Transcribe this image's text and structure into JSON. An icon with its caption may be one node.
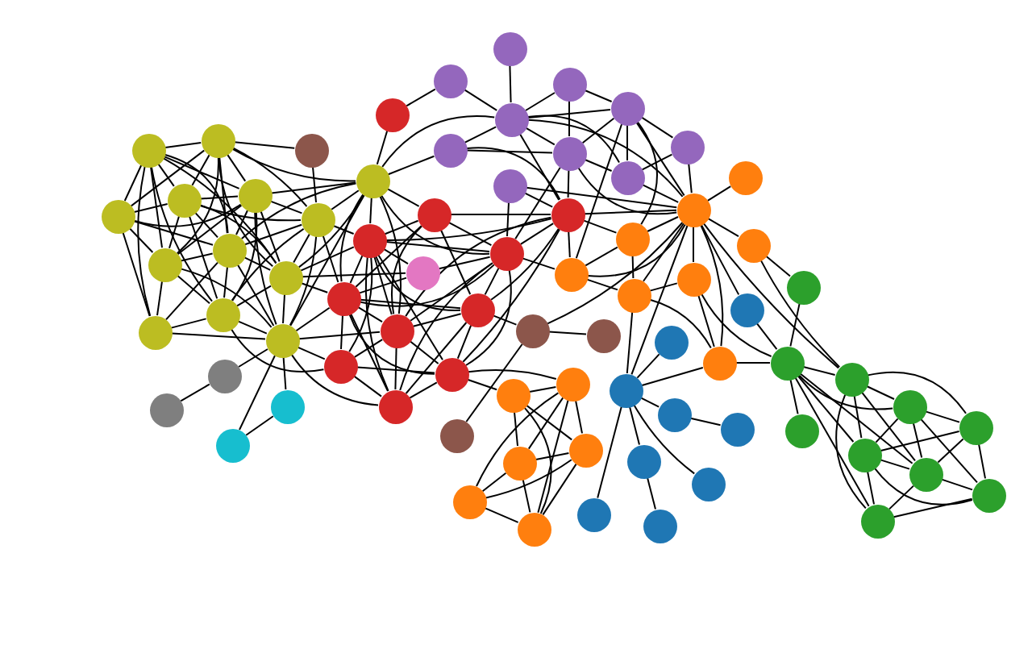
{
  "diagram": {
    "nodes": [
      {
        "text": [],
        "shape": "circle"
      },
      {
        "text": [],
        "shape": "circle"
      },
      {
        "text": [],
        "shape": "circle"
      },
      {
        "text": [],
        "shape": "circle"
      },
      {
        "text": [],
        "shape": "circle"
      },
      {
        "text": [],
        "shape": "circle"
      },
      {
        "text": [],
        "shape": "circle"
      },
      {
        "text": [],
        "shape": "circle"
      },
      {
        "text": [],
        "shape": "circle"
      },
      {
        "text": [],
        "shape": "circle"
      },
      {
        "text": [],
        "shape": "circle"
      },
      {
        "text": [],
        "shape": "circle"
      },
      {
        "text": [],
        "shape": "circle"
      },
      {
        "text": [],
        "shape": "circle"
      },
      {
        "text": [],
        "shape": "circle"
      },
      {
        "text": [],
        "shape": "circle"
      },
      {
        "text": [],
        "shape": "circle"
      },
      {
        "text": [],
        "shape": "circle"
      },
      {
        "text": [],
        "shape": "circle"
      },
      {
        "text": [],
        "shape": "circle"
      },
      {
        "text": [],
        "shape": "circle"
      },
      {
        "text": [],
        "shape": "circle"
      },
      {
        "text": [],
        "shape": "circle"
      },
      {
        "text": [],
        "shape": "circle"
      },
      {
        "text": [],
        "shape": "circle"
      },
      {
        "text": [],
        "shape": "circle"
      },
      {
        "text": [],
        "shape": "circle"
      },
      {
        "text": [],
        "shape": "circle"
      },
      {
        "text": [],
        "shape": "circle"
      },
      {
        "text": [],
        "shape": "circle"
      },
      {
        "text": [],
        "shape": "circle"
      },
      {
        "text": [],
        "shape": "circle"
      },
      {
        "text": [],
        "shape": "circle"
      },
      {
        "text": [],
        "shape": "circle"
      },
      {
        "text": [],
        "shape": "circle"
      },
      {
        "text": [],
        "shape": "circle"
      },
      {
        "text": [],
        "shape": "circle"
      },
      {
        "text": [],
        "shape": "circle"
      },
      {
        "text": [],
        "shape": "circle"
      },
      {
        "text": [],
        "shape": "circle"
      },
      {
        "text": [],
        "shape": "circle"
      },
      {
        "text": [],
        "shape": "circle"
      },
      {
        "text": [],
        "shape": "circle"
      },
      {
        "text": [],
        "shape": "circle"
      },
      {
        "text": [],
        "shape": "circle"
      },
      {
        "text": [],
        "shape": "circle"
      },
      {
        "text": [],
        "shape": "circle"
      },
      {
        "text": [],
        "shape": "circle"
      },
      {
        "text": [],
        "shape": "circle"
      },
      {
        "text": [],
        "shape": "circle"
      },
      {
        "text": [],
        "shape": "circle"
      },
      {
        "text": [],
        "shape": "circle"
      },
      {
        "text": [],
        "shape": "circle"
      },
      {
        "text": [],
        "shape": "circle"
      },
      {
        "text": [],
        "shape": "circle"
      },
      {
        "text": [],
        "shape": "circle"
      },
      {
        "text": [],
        "shape": "circle"
      },
      {
        "text": [],
        "shape": "circle"
      },
      {
        "text": [],
        "shape": "circle"
      },
      {
        "text": [],
        "shape": "circle"
      },
      {
        "text": [],
        "shape": "circle"
      },
      {
        "text": [],
        "shape": "circle"
      },
      {
        "text": [],
        "shape": "circle"
      },
      {
        "text": [],
        "shape": "circle"
      },
      {
        "text": [],
        "shape": "circle"
      },
      {
        "text": [],
        "shape": "circle"
      },
      {
        "text": [],
        "shape": "circle"
      },
      {
        "text": [],
        "shape": "circle"
      },
      {
        "text": [],
        "shape": "circle"
      },
      {
        "text": [],
        "shape": "circle"
      },
      {
        "text": [],
        "shape": "circle"
      },
      {
        "text": [],
        "shape": "circle"
      },
      {
        "text": [],
        "shape": "circle"
      },
      {
        "text": [],
        "shape": "circle"
      },
      {
        "text": [],
        "shape": "circle"
      },
      {
        "text": [],
        "shape": "circle"
      }
    ],
    "edges": [
      {
        "from": 0,
        "to": 1,
        "arrow": "none"
      },
      {
        "from": 0,
        "to": 2,
        "arrow": "none"
      },
      {
        "from": 0,
        "to": 3,
        "arrow": "none"
      },
      {
        "from": 0,
        "to": 4,
        "arrow": "none"
      },
      {
        "from": 0,
        "to": 7,
        "arrow": "none"
      },
      {
        "from": 0,
        "to": 8,
        "arrow": "none"
      },
      {
        "from": 0,
        "to": 9,
        "arrow": "none"
      },
      {
        "from": 0,
        "to": 10,
        "arrow": "none"
      },
      {
        "from": 0,
        "to": 11,
        "arrow": "none"
      },
      {
        "from": 1,
        "to": 2,
        "arrow": "none"
      },
      {
        "from": 1,
        "to": 3,
        "arrow": "none"
      },
      {
        "from": 1,
        "to": 4,
        "arrow": "none"
      },
      {
        "from": 1,
        "to": 5,
        "arrow": "none"
      },
      {
        "from": 1,
        "to": 6,
        "arrow": "none"
      },
      {
        "from": 1,
        "to": 7,
        "arrow": "none"
      },
      {
        "from": 1,
        "to": 8,
        "arrow": "none"
      },
      {
        "from": 1,
        "to": 9,
        "arrow": "none"
      },
      {
        "from": 2,
        "to": 3,
        "arrow": "none"
      },
      {
        "from": 2,
        "to": 4,
        "arrow": "none"
      },
      {
        "from": 2,
        "to": 7,
        "arrow": "none"
      },
      {
        "from": 2,
        "to": 8,
        "arrow": "none"
      },
      {
        "from": 2,
        "to": 10,
        "arrow": "none"
      },
      {
        "from": 3,
        "to": 4,
        "arrow": "none"
      },
      {
        "from": 3,
        "to": 5,
        "arrow": "none"
      },
      {
        "from": 3,
        "to": 7,
        "arrow": "none"
      },
      {
        "from": 3,
        "to": 8,
        "arrow": "none"
      },
      {
        "from": 3,
        "to": 9,
        "arrow": "none"
      },
      {
        "from": 3,
        "to": 11,
        "arrow": "none"
      },
      {
        "from": 4,
        "to": 5,
        "arrow": "none"
      },
      {
        "from": 4,
        "to": 6,
        "arrow": "none"
      },
      {
        "from": 4,
        "to": 7,
        "arrow": "none"
      },
      {
        "from": 4,
        "to": 8,
        "arrow": "none"
      },
      {
        "from": 4,
        "to": 9,
        "arrow": "none"
      },
      {
        "from": 4,
        "to": 11,
        "arrow": "none"
      },
      {
        "from": 4,
        "to": 12,
        "arrow": "none"
      },
      {
        "from": 5,
        "to": 6,
        "arrow": "none"
      },
      {
        "from": 5,
        "to": 8,
        "arrow": "none"
      },
      {
        "from": 5,
        "to": 9,
        "arrow": "none"
      },
      {
        "from": 5,
        "to": 11,
        "arrow": "none"
      },
      {
        "from": 5,
        "to": 12,
        "arrow": "none"
      },
      {
        "from": 6,
        "to": 8,
        "arrow": "none"
      },
      {
        "from": 6,
        "to": 9,
        "arrow": "none"
      },
      {
        "from": 6,
        "to": 12,
        "arrow": "none"
      },
      {
        "from": 7,
        "to": 8,
        "arrow": "none"
      },
      {
        "from": 7,
        "to": 10,
        "arrow": "none"
      },
      {
        "from": 7,
        "to": 11,
        "arrow": "none"
      },
      {
        "from": 7,
        "to": 12,
        "arrow": "none"
      },
      {
        "from": 8,
        "to": 9,
        "arrow": "none"
      },
      {
        "from": 8,
        "to": 10,
        "arrow": "none"
      },
      {
        "from": 8,
        "to": 11,
        "arrow": "none"
      },
      {
        "from": 8,
        "to": 12,
        "arrow": "none"
      },
      {
        "from": 9,
        "to": 11,
        "arrow": "none"
      },
      {
        "from": 9,
        "to": 12,
        "arrow": "none"
      },
      {
        "from": 10,
        "to": 11,
        "arrow": "none"
      },
      {
        "from": 10,
        "to": 12,
        "arrow": "none"
      },
      {
        "from": 11,
        "to": 12,
        "arrow": "none"
      },
      {
        "from": 13,
        "to": 1,
        "arrow": "none"
      },
      {
        "from": 13,
        "to": 5,
        "arrow": "none"
      },
      {
        "from": 14,
        "to": 15,
        "arrow": "none"
      },
      {
        "from": 14,
        "to": 12,
        "arrow": "none"
      },
      {
        "from": 16,
        "to": 17,
        "arrow": "none"
      },
      {
        "from": 16,
        "to": 12,
        "arrow": "none"
      },
      {
        "from": 17,
        "to": 12,
        "arrow": "none"
      },
      {
        "from": 6,
        "to": 18,
        "arrow": "none"
      },
      {
        "from": 6,
        "to": 19,
        "arrow": "none"
      },
      {
        "from": 6,
        "to": 20,
        "arrow": "none"
      },
      {
        "from": 6,
        "to": 22,
        "arrow": "none"
      },
      {
        "from": 6,
        "to": 23,
        "arrow": "none"
      },
      {
        "from": 6,
        "to": 24,
        "arrow": "none"
      },
      {
        "from": 6,
        "to": 33,
        "arrow": "none"
      },
      {
        "from": 6,
        "to": 35,
        "arrow": "none"
      },
      {
        "from": 5,
        "to": 20,
        "arrow": "none"
      },
      {
        "from": 5,
        "to": 23,
        "arrow": "none"
      },
      {
        "from": 9,
        "to": 20,
        "arrow": "none"
      },
      {
        "from": 9,
        "to": 23,
        "arrow": "none"
      },
      {
        "from": 9,
        "to": 29,
        "arrow": "none"
      },
      {
        "from": 12,
        "to": 23,
        "arrow": "none"
      },
      {
        "from": 12,
        "to": 24,
        "arrow": "none"
      },
      {
        "from": 12,
        "to": 26,
        "arrow": "none"
      },
      {
        "from": 12,
        "to": 28,
        "arrow": "none"
      },
      {
        "from": 11,
        "to": 26,
        "arrow": "none"
      },
      {
        "from": 18,
        "to": 31,
        "arrow": "none"
      },
      {
        "from": 19,
        "to": 20,
        "arrow": "none"
      },
      {
        "from": 19,
        "to": 21,
        "arrow": "none"
      },
      {
        "from": 19,
        "to": 22,
        "arrow": "none"
      },
      {
        "from": 19,
        "to": 23,
        "arrow": "none"
      },
      {
        "from": 19,
        "to": 24,
        "arrow": "none"
      },
      {
        "from": 19,
        "to": 25,
        "arrow": "none"
      },
      {
        "from": 20,
        "to": 21,
        "arrow": "none"
      },
      {
        "from": 20,
        "to": 22,
        "arrow": "none"
      },
      {
        "from": 20,
        "to": 23,
        "arrow": "none"
      },
      {
        "from": 20,
        "to": 24,
        "arrow": "none"
      },
      {
        "from": 20,
        "to": 25,
        "arrow": "none"
      },
      {
        "from": 20,
        "to": 26,
        "arrow": "none"
      },
      {
        "from": 20,
        "to": 27,
        "arrow": "none"
      },
      {
        "from": 20,
        "to": 28,
        "arrow": "none"
      },
      {
        "from": 20,
        "to": 29,
        "arrow": "none"
      },
      {
        "from": 21,
        "to": 22,
        "arrow": "none"
      },
      {
        "from": 21,
        "to": 24,
        "arrow": "none"
      },
      {
        "from": 21,
        "to": 25,
        "arrow": "none"
      },
      {
        "from": 21,
        "to": 27,
        "arrow": "none"
      },
      {
        "from": 21,
        "to": 33,
        "arrow": "none"
      },
      {
        "from": 21,
        "to": 35,
        "arrow": "none"
      },
      {
        "from": 21,
        "to": 36,
        "arrow": "none"
      },
      {
        "from": 21,
        "to": 38,
        "arrow": "none"
      },
      {
        "from": 21,
        "to": 41,
        "arrow": "none"
      },
      {
        "from": 21,
        "to": 42,
        "arrow": "none"
      },
      {
        "from": 21,
        "to": 44,
        "arrow": "none"
      },
      {
        "from": 22,
        "to": 23,
        "arrow": "none"
      },
      {
        "from": 22,
        "to": 24,
        "arrow": "none"
      },
      {
        "from": 22,
        "to": 25,
        "arrow": "none"
      },
      {
        "from": 22,
        "to": 27,
        "arrow": "none"
      },
      {
        "from": 22,
        "to": 28,
        "arrow": "none"
      },
      {
        "from": 22,
        "to": 38,
        "arrow": "none"
      },
      {
        "from": 22,
        "to": 44,
        "arrow": "none"
      },
      {
        "from": 23,
        "to": 24,
        "arrow": "none"
      },
      {
        "from": 23,
        "to": 25,
        "arrow": "none"
      },
      {
        "from": 23,
        "to": 26,
        "arrow": "none"
      },
      {
        "from": 23,
        "to": 27,
        "arrow": "none"
      },
      {
        "from": 23,
        "to": 28,
        "arrow": "none"
      },
      {
        "from": 23,
        "to": 29,
        "arrow": "none"
      },
      {
        "from": 24,
        "to": 25,
        "arrow": "none"
      },
      {
        "from": 24,
        "to": 26,
        "arrow": "none"
      },
      {
        "from": 24,
        "to": 27,
        "arrow": "none"
      },
      {
        "from": 24,
        "to": 28,
        "arrow": "none"
      },
      {
        "from": 25,
        "to": 27,
        "arrow": "none"
      },
      {
        "from": 25,
        "to": 28,
        "arrow": "none"
      },
      {
        "from": 25,
        "to": 54,
        "arrow": "none"
      },
      {
        "from": 26,
        "to": 27,
        "arrow": "none"
      },
      {
        "from": 26,
        "to": 28,
        "arrow": "none"
      },
      {
        "from": 27,
        "to": 28,
        "arrow": "none"
      },
      {
        "from": 27,
        "to": 48,
        "arrow": "none"
      },
      {
        "from": 27,
        "to": 49,
        "arrow": "none"
      },
      {
        "from": 29,
        "to": 22,
        "arrow": "none"
      },
      {
        "from": 30,
        "to": 33,
        "arrow": "none"
      },
      {
        "from": 31,
        "to": 33,
        "arrow": "none"
      },
      {
        "from": 32,
        "to": 33,
        "arrow": "none"
      },
      {
        "from": 32,
        "to": 34,
        "arrow": "none"
      },
      {
        "from": 32,
        "to": 36,
        "arrow": "none"
      },
      {
        "from": 33,
        "to": 34,
        "arrow": "none"
      },
      {
        "from": 33,
        "to": 35,
        "arrow": "none"
      },
      {
        "from": 33,
        "to": 36,
        "arrow": "none"
      },
      {
        "from": 33,
        "to": 39,
        "arrow": "none"
      },
      {
        "from": 33,
        "to": 41,
        "arrow": "none"
      },
      {
        "from": 34,
        "to": 36,
        "arrow": "none"
      },
      {
        "from": 34,
        "to": 37,
        "arrow": "none"
      },
      {
        "from": 34,
        "to": 39,
        "arrow": "none"
      },
      {
        "from": 34,
        "to": 41,
        "arrow": "none"
      },
      {
        "from": 34,
        "to": 42,
        "arrow": "none"
      },
      {
        "from": 34,
        "to": 44,
        "arrow": "none"
      },
      {
        "from": 35,
        "to": 36,
        "arrow": "none"
      },
      {
        "from": 36,
        "to": 39,
        "arrow": "none"
      },
      {
        "from": 36,
        "to": 41,
        "arrow": "none"
      },
      {
        "from": 36,
        "to": 22,
        "arrow": "none"
      },
      {
        "from": 37,
        "to": 39,
        "arrow": "none"
      },
      {
        "from": 37,
        "to": 41,
        "arrow": "none"
      },
      {
        "from": 38,
        "to": 41,
        "arrow": "none"
      },
      {
        "from": 39,
        "to": 41,
        "arrow": "none"
      },
      {
        "from": 40,
        "to": 41,
        "arrow": "none"
      },
      {
        "from": 41,
        "to": 42,
        "arrow": "none"
      },
      {
        "from": 41,
        "to": 43,
        "arrow": "none"
      },
      {
        "from": 41,
        "to": 44,
        "arrow": "none"
      },
      {
        "from": 41,
        "to": 45,
        "arrow": "none"
      },
      {
        "from": 41,
        "to": 46,
        "arrow": "none"
      },
      {
        "from": 41,
        "to": 47,
        "arrow": "none"
      },
      {
        "from": 41,
        "to": 54,
        "arrow": "none"
      },
      {
        "from": 41,
        "to": 57,
        "arrow": "none"
      },
      {
        "from": 41,
        "to": 59,
        "arrow": "none"
      },
      {
        "from": 41,
        "to": 68,
        "arrow": "none"
      },
      {
        "from": 42,
        "to": 44,
        "arrow": "none"
      },
      {
        "from": 42,
        "to": 45,
        "arrow": "none"
      },
      {
        "from": 44,
        "to": 45,
        "arrow": "none"
      },
      {
        "from": 45,
        "to": 46,
        "arrow": "none"
      },
      {
        "from": 45,
        "to": 47,
        "arrow": "none"
      },
      {
        "from": 43,
        "to": 66,
        "arrow": "none"
      },
      {
        "from": 43,
        "to": 68,
        "arrow": "none"
      },
      {
        "from": 46,
        "to": 47,
        "arrow": "none"
      },
      {
        "from": 46,
        "to": 67,
        "arrow": "none"
      },
      {
        "from": 47,
        "to": 67,
        "arrow": "none"
      },
      {
        "from": 47,
        "to": 59,
        "arrow": "none"
      },
      {
        "from": 45,
        "to": 59,
        "arrow": "none"
      },
      {
        "from": 48,
        "to": 49,
        "arrow": "none"
      },
      {
        "from": 48,
        "to": 50,
        "arrow": "none"
      },
      {
        "from": 48,
        "to": 51,
        "arrow": "none"
      },
      {
        "from": 48,
        "to": 53,
        "arrow": "none"
      },
      {
        "from": 49,
        "to": 50,
        "arrow": "none"
      },
      {
        "from": 49,
        "to": 51,
        "arrow": "none"
      },
      {
        "from": 49,
        "to": 52,
        "arrow": "none"
      },
      {
        "from": 49,
        "to": 53,
        "arrow": "none"
      },
      {
        "from": 50,
        "to": 51,
        "arrow": "none"
      },
      {
        "from": 50,
        "to": 52,
        "arrow": "none"
      },
      {
        "from": 50,
        "to": 53,
        "arrow": "none"
      },
      {
        "from": 51,
        "to": 52,
        "arrow": "none"
      },
      {
        "from": 51,
        "to": 53,
        "arrow": "none"
      },
      {
        "from": 52,
        "to": 53,
        "arrow": "none"
      },
      {
        "from": 54,
        "to": 55,
        "arrow": "none"
      },
      {
        "from": 56,
        "to": 54,
        "arrow": "none"
      },
      {
        "from": 59,
        "to": 58,
        "arrow": "none"
      },
      {
        "from": 59,
        "to": 60,
        "arrow": "none"
      },
      {
        "from": 59,
        "to": 62,
        "arrow": "none"
      },
      {
        "from": 59,
        "to": 63,
        "arrow": "none"
      },
      {
        "from": 59,
        "to": 64,
        "arrow": "none"
      },
      {
        "from": 62,
        "to": 65,
        "arrow": "none"
      },
      {
        "from": 60,
        "to": 61,
        "arrow": "none"
      },
      {
        "from": 57,
        "to": 67,
        "arrow": "none"
      },
      {
        "from": 66,
        "to": 67,
        "arrow": "none"
      },
      {
        "from": 67,
        "to": 68,
        "arrow": "none"
      },
      {
        "from": 67,
        "to": 69,
        "arrow": "none"
      },
      {
        "from": 67,
        "to": 70,
        "arrow": "none"
      },
      {
        "from": 67,
        "to": 71,
        "arrow": "none"
      },
      {
        "from": 67,
        "to": 72,
        "arrow": "none"
      },
      {
        "from": 67,
        "to": 75,
        "arrow": "none"
      },
      {
        "from": 68,
        "to": 70,
        "arrow": "none"
      },
      {
        "from": 68,
        "to": 71,
        "arrow": "none"
      },
      {
        "from": 68,
        "to": 72,
        "arrow": "none"
      },
      {
        "from": 68,
        "to": 73,
        "arrow": "none"
      },
      {
        "from": 68,
        "to": 75,
        "arrow": "none"
      },
      {
        "from": 70,
        "to": 71,
        "arrow": "none"
      },
      {
        "from": 70,
        "to": 72,
        "arrow": "none"
      },
      {
        "from": 70,
        "to": 73,
        "arrow": "none"
      },
      {
        "from": 70,
        "to": 74,
        "arrow": "none"
      },
      {
        "from": 71,
        "to": 72,
        "arrow": "none"
      },
      {
        "from": 71,
        "to": 73,
        "arrow": "none"
      },
      {
        "from": 71,
        "to": 74,
        "arrow": "none"
      },
      {
        "from": 71,
        "to": 75,
        "arrow": "none"
      },
      {
        "from": 72,
        "to": 73,
        "arrow": "none"
      },
      {
        "from": 72,
        "to": 74,
        "arrow": "none"
      },
      {
        "from": 72,
        "to": 75,
        "arrow": "none"
      },
      {
        "from": 73,
        "to": 74,
        "arrow": "none"
      },
      {
        "from": 74,
        "to": 75,
        "arrow": "none"
      }
    ]
  }
}
